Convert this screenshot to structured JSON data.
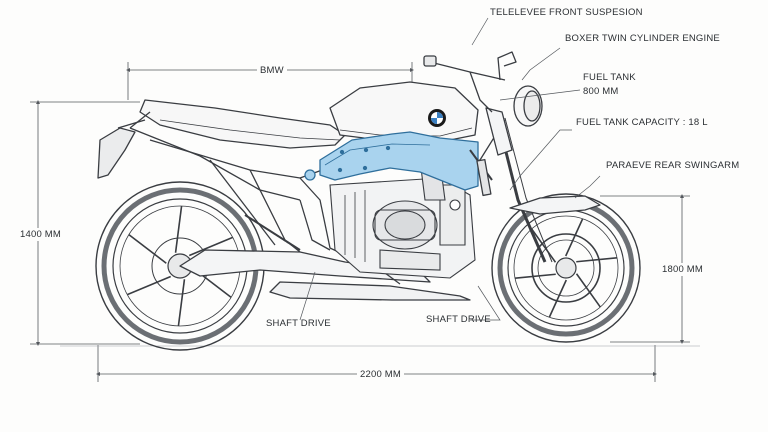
{
  "labels": {
    "front_suspension": "TELELEVEE FRONT SUSPESION",
    "engine": "BOXER TWIN CYLINDER ENGINE",
    "fuel_tank": "FUEL TANK",
    "fuel_tank_size": "800 MM",
    "fuel_capacity": "FUEL TANK CAPACITY :  18 L",
    "rear_swingarm": "PARAEVE REAR SWINGARM",
    "brand": "BMW",
    "overall_height": "1400 MM",
    "right_height": "1800 MM",
    "shaft_drive_left": "SHAFT DRIVE",
    "shaft_drive_right": "SHAFT DRIVE",
    "overall_length": "2200 MM"
  },
  "colors": {
    "line": "#3a3d42",
    "dim_line": "#55595e",
    "tank_fill": "#a9d3ee",
    "tank_stroke": "#2f6f9c",
    "tire": "#6b6f74"
  },
  "icons": {
    "logo": "bmw-roundel"
  }
}
